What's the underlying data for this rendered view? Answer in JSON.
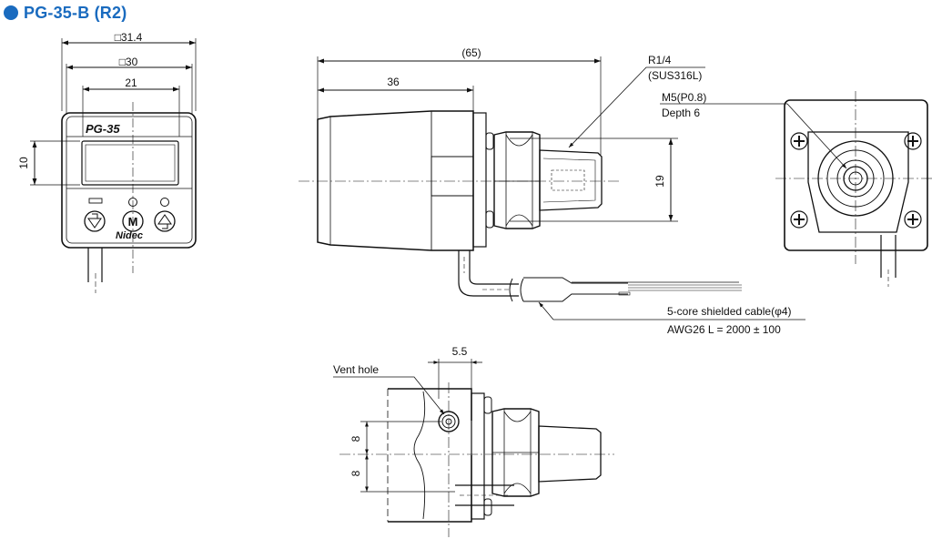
{
  "title": "PG-35-B (R2)",
  "front_view": {
    "dim_outer": "□31.4",
    "dim_inner": "□30",
    "dim_display": "21",
    "dim_height": "10",
    "model_label": "PG-35",
    "m_button": "M",
    "brand": "Nidec"
  },
  "side_view": {
    "dim_total": "(65)",
    "dim_body": "36",
    "thread_label": "R1/4",
    "thread_material": "(SUS316L)",
    "tap_label": "M5(P0.8)",
    "tap_depth": "Depth 6",
    "dim_hex": "19",
    "cable_label": "5-core shielded cable(φ4)",
    "cable_spec": "AWG26   L = 2000 ± 100"
  },
  "bottom_view": {
    "vent_label": "Vent hole",
    "dim_vent": "5.5",
    "dim_upper": "8",
    "dim_lower": "8"
  },
  "colors": {
    "accent": "#1a6bbf",
    "line": "#111111"
  }
}
